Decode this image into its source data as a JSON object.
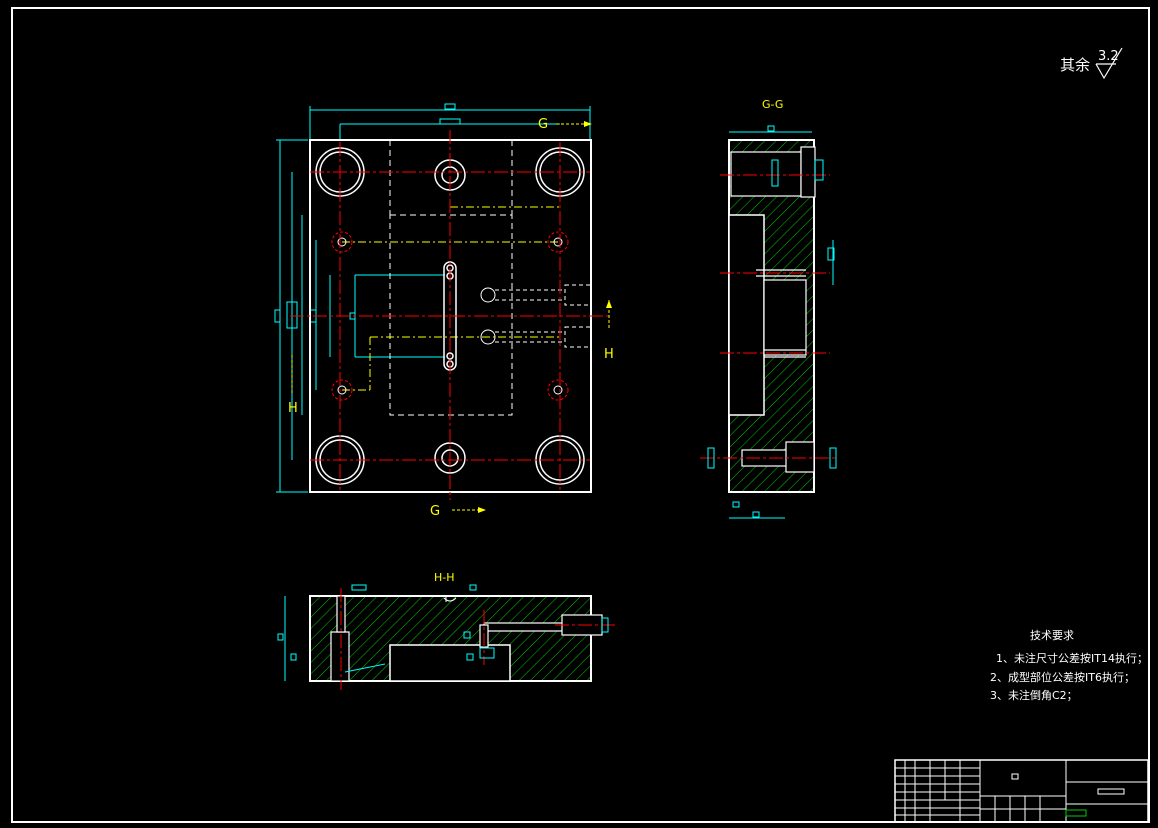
{
  "drawing": {
    "roughness_note": {
      "label": "其余",
      "value": "3.2"
    },
    "views": {
      "gg_title": "G-G",
      "hh_title": "H-H",
      "cut_g_top": "G",
      "cut_g_bottom": "G",
      "cut_h_right": "H",
      "cut_h_left": "H"
    },
    "tech_requirements": {
      "title": "技术要求",
      "items": [
        "1、未注尺寸公差按IT14执行；",
        "2、成型部位公差按IT6执行；",
        "3、未注倒角C2；"
      ]
    }
  },
  "colors": {
    "background": "#000000",
    "outline": "#ffffff",
    "centerline": "#ff0000",
    "dimension": "#00ffff",
    "hatch": "#00cc00",
    "hidden": "#ffff00",
    "section_label": "#ffff00"
  }
}
